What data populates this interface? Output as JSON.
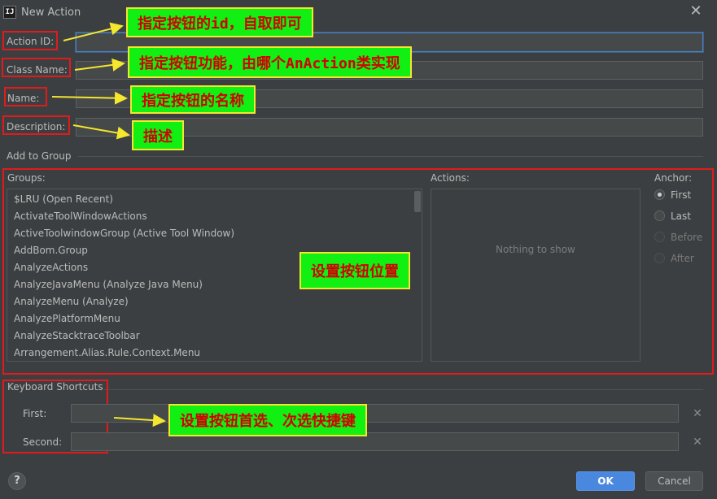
{
  "window": {
    "title": "New Action",
    "app_icon_text": "IJ"
  },
  "fields": {
    "action_id": {
      "label": "Action ID:",
      "value": ""
    },
    "class_name": {
      "label": "Class Name:",
      "value": ""
    },
    "name": {
      "label": "Name:",
      "value": ""
    },
    "description": {
      "label": "Description:",
      "value": ""
    }
  },
  "add_to_group": {
    "title": "Add to Group",
    "groups_label": "Groups:",
    "actions_label": "Actions:",
    "anchor_label": "Anchor:",
    "groups": [
      "$LRU (Open Recent)",
      "ActivateToolWindowActions",
      "ActiveToolwindowGroup (Active Tool Window)",
      "AddBom.Group",
      "AnalyzeActions",
      "AnalyzeJavaMenu (Analyze Java Menu)",
      "AnalyzeMenu (Analyze)",
      "AnalyzePlatformMenu",
      "AnalyzeStacktraceToolbar",
      "Arrangement.Alias.Rule.Context.Menu"
    ],
    "actions_empty": "Nothing to show",
    "anchors": [
      {
        "label": "First",
        "checked": true,
        "enabled": true
      },
      {
        "label": "Last",
        "checked": false,
        "enabled": true
      },
      {
        "label": "Before",
        "checked": false,
        "enabled": false
      },
      {
        "label": "After",
        "checked": false,
        "enabled": false
      }
    ]
  },
  "keyboard": {
    "title": "Keyboard Shortcuts",
    "first_label": "First:",
    "second_label": "Second:",
    "first_value": "",
    "second_value": ""
  },
  "buttons": {
    "help": "?",
    "ok": "OK",
    "cancel": "Cancel"
  },
  "annotations": {
    "action_id": "指定按钮的id，自取即可",
    "class_name": "指定按钮功能，由哪个AnAction类实现",
    "name": "指定按钮的名称",
    "description": "描述",
    "group": "设置按钮位置",
    "shortcuts": "设置按钮首选、次选快捷键"
  },
  "colors": {
    "background": "#3c3f41",
    "callout_fill": "#12ef12",
    "callout_border": "#f5e62e",
    "callout_text": "#d20000",
    "highlight_box": "#e11b1b",
    "arrow": "#f5e62e",
    "primary_button": "#4a88e0"
  }
}
